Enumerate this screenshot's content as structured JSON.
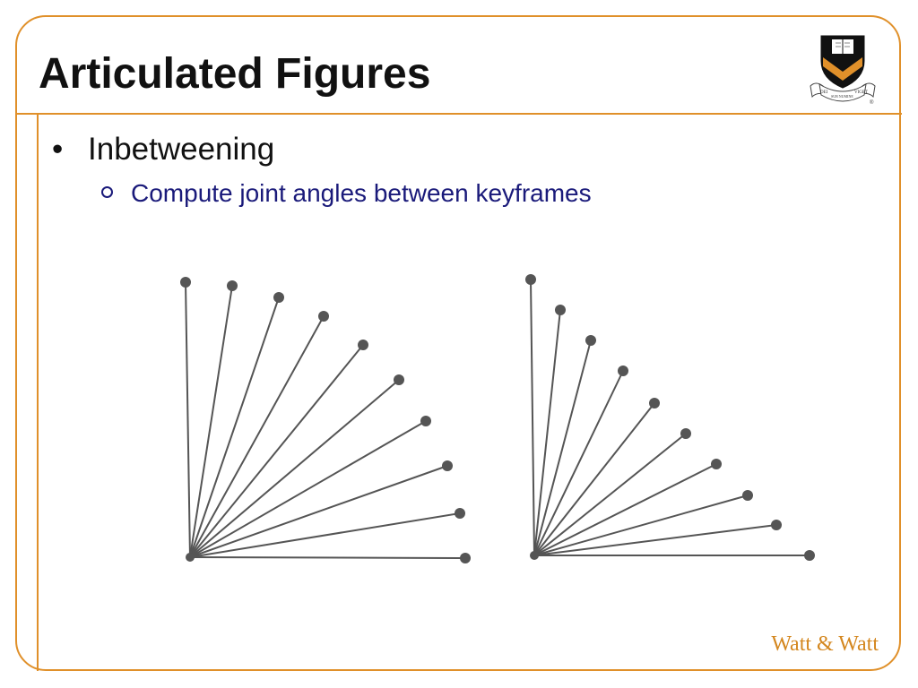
{
  "slide": {
    "title": "Articulated Figures",
    "bullets": [
      {
        "text": "Inbetweening",
        "sub": [
          {
            "text": "Compute joint angles between keyframes"
          }
        ]
      }
    ],
    "credit": "Watt & Watt"
  },
  "logo": {
    "icon": "princeton-shield-icon",
    "motto_left": "DEI",
    "motto_center": "SUB NUMINE",
    "motto_right": "VIGET",
    "registered": "®"
  },
  "colors": {
    "accent": "#e0902a",
    "title_text": "#111111",
    "sub_bullet_text": "#1a1a7a",
    "credit_text": "#d4871f",
    "diagram_line": "#555555",
    "diagram_joint": "#555555"
  },
  "diagrams": [
    {
      "name": "uniform-interpolation",
      "link_count": 10
    },
    {
      "name": "eased-interpolation",
      "link_count": 10
    }
  ]
}
